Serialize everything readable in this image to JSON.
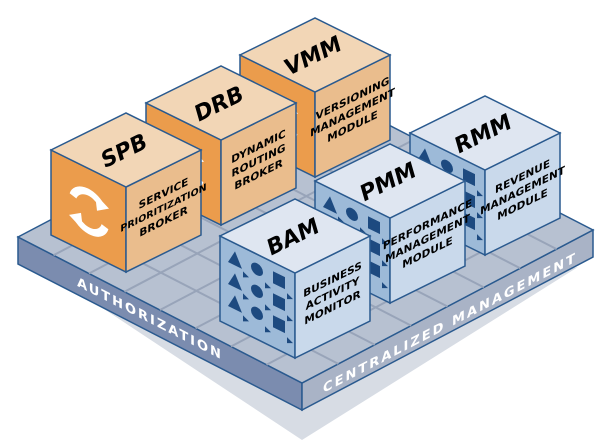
{
  "platform": {
    "left_label": "AUTHORIZATION",
    "right_label": "CENTRALIZED MANAGEMENT",
    "colors": {
      "top": "#b7c1d1",
      "grid": "#98a4b9",
      "left": "#7b8caf",
      "right": "#a9b3c6",
      "shadow": "#d7dce4",
      "stroke": "#2a5a8f"
    }
  },
  "modules": [
    {
      "id": "vmm",
      "abbr": "VMM",
      "name": [
        "VERSIONING",
        "MANAGEMENT",
        "MODULE"
      ],
      "theme": "orange",
      "icon": "circular-arrows-icon"
    },
    {
      "id": "drb",
      "abbr": "DRB",
      "name": [
        "DYNAMIC",
        "ROUTING",
        "BROKER"
      ],
      "theme": "orange",
      "icon": "circular-arrows-icon"
    },
    {
      "id": "spb",
      "abbr": "SPB",
      "name": [
        "SERVICE",
        "PRIORITIZATION",
        "BROKER"
      ],
      "theme": "orange",
      "icon": "circular-arrows-icon"
    },
    {
      "id": "rmm",
      "abbr": "RMM",
      "name": [
        "REVENUE",
        "MANAGEMENT",
        "MODULE"
      ],
      "theme": "blue",
      "icon": "shapes-pattern-icon"
    },
    {
      "id": "pmm",
      "abbr": "PMM",
      "name": [
        "PERFORMANCE",
        "MANAGEMENT",
        "MODULE"
      ],
      "theme": "blue",
      "icon": "shapes-pattern-icon"
    },
    {
      "id": "bam",
      "abbr": "BAM",
      "name": [
        "BUSINESS",
        "ACTIVITY",
        "MONITOR"
      ],
      "theme": "blue",
      "icon": "shapes-pattern-icon"
    }
  ],
  "themes": {
    "orange": {
      "top": "#f2d6b6",
      "left": "#eb9c4c",
      "right": "#eabd8d",
      "icon": "#ffffff"
    },
    "blue": {
      "top": "#dfe6f1",
      "left": "#9dbad8",
      "right": "#c9d9eb",
      "icon": "#1d4a80"
    }
  }
}
